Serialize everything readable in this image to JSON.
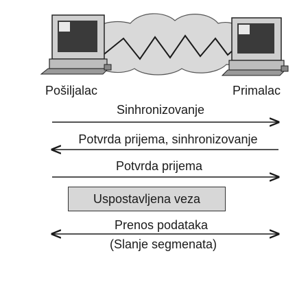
{
  "hosts": {
    "sender": "Pošiljalac",
    "receiver": "Primalac"
  },
  "messages": [
    {
      "text": "Sinhronizovanje",
      "direction": "right"
    },
    {
      "text": "Potvrda prijema, sinhronizovanje",
      "direction": "left"
    },
    {
      "text": "Potvrda prijema",
      "direction": "right"
    }
  ],
  "established": "Uspostavljena veza",
  "transfer": {
    "line1": "Prenos podataka",
    "line2": "(Slanje segmenata)",
    "direction": "both"
  },
  "colors": {
    "ink": "#1a1a1a",
    "cloud": "#d9d9d9",
    "box_fill": "#d7d7d7",
    "monitor": "#cfcfcf",
    "screen": "#3a3a3a"
  }
}
